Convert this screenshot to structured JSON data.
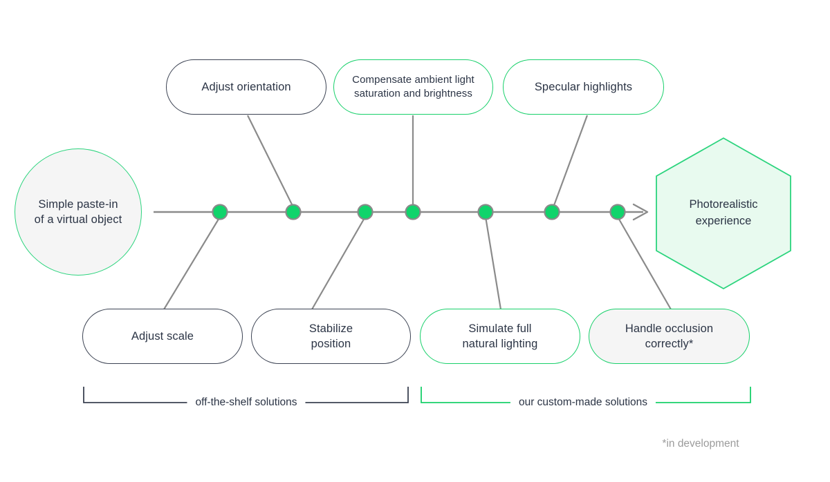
{
  "diagram": {
    "type": "fishbone-ishikawa",
    "title_node": "Simple paste-in of a virtual object",
    "outcome_node": "Photorealistic experience",
    "colors": {
      "accent_green": "#17d06a",
      "dot_green": "#10d46b",
      "hex_fill": "#e8faef",
      "neutral_stroke": "#3b4252",
      "wire_gray": "#8a8a8a",
      "shaded_fill": "#f5f5f5",
      "footnote_gray": "#9b9b9b",
      "text_dark": "#2b3445"
    }
  },
  "head": {
    "line1": "Simple paste-in",
    "line2": "of a virtual object",
    "text": "Simple paste-in\nof a virtual object"
  },
  "outcome": {
    "line1": "Photorealistic",
    "line2": "experience",
    "text": "Photorealistic\nexperience"
  },
  "bones": {
    "top": [
      {
        "id": "adjust-orientation",
        "label": "Adjust orientation",
        "category": "off-the-shelf",
        "style": "outline-dark"
      },
      {
        "id": "compensate-ambient-light",
        "label": "Compensate ambient light\nsaturation and brightness",
        "category": "custom-made",
        "style": "outline-green"
      },
      {
        "id": "specular-highlights",
        "label": "Specular highlights",
        "category": "custom-made",
        "style": "outline-green"
      }
    ],
    "bottom": [
      {
        "id": "adjust-scale",
        "label": "Adjust scale",
        "category": "off-the-shelf",
        "style": "outline-dark"
      },
      {
        "id": "stabilize-position",
        "label": "Stabilize\nposition",
        "category": "off-the-shelf",
        "style": "outline-dark"
      },
      {
        "id": "simulate-natural-lighting",
        "label": "Simulate full\nnatural lighting",
        "category": "custom-made",
        "style": "outline-green"
      },
      {
        "id": "handle-occlusion",
        "label": "Handle occlusion\ncorrectly*",
        "category": "custom-made",
        "style": "outline-green-filled"
      }
    ]
  },
  "legend": {
    "left": {
      "label": "off-the-shelf solutions",
      "color": "#3b4252"
    },
    "right": {
      "label": "our custom-made solutions",
      "color": "#17d06a"
    }
  },
  "footnote": {
    "text": "*in development"
  }
}
